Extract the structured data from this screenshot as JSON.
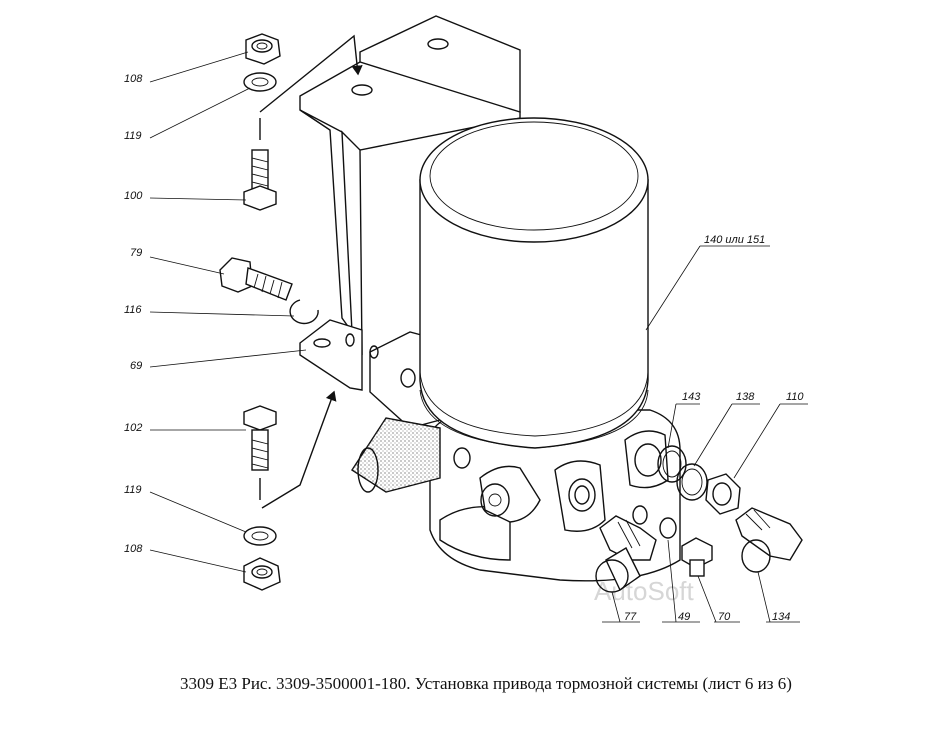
{
  "callouts": {
    "c108_top": "108",
    "c119_top": "119",
    "c100": "100",
    "c79": "79",
    "c116": "116",
    "c69": "69",
    "c102": "102",
    "c119_bottom": "119",
    "c108_bottom": "108",
    "c140": "140 или 151",
    "c143": "143",
    "c138": "138",
    "c110": "110",
    "c77": "77",
    "c49": "49",
    "c70": "70",
    "c134": "134"
  },
  "watermark": "AutoSoft",
  "caption": "3309 Е3 Рис. 3309-3500001-180. Установка привода тормозной системы (лист 6 из 6)"
}
